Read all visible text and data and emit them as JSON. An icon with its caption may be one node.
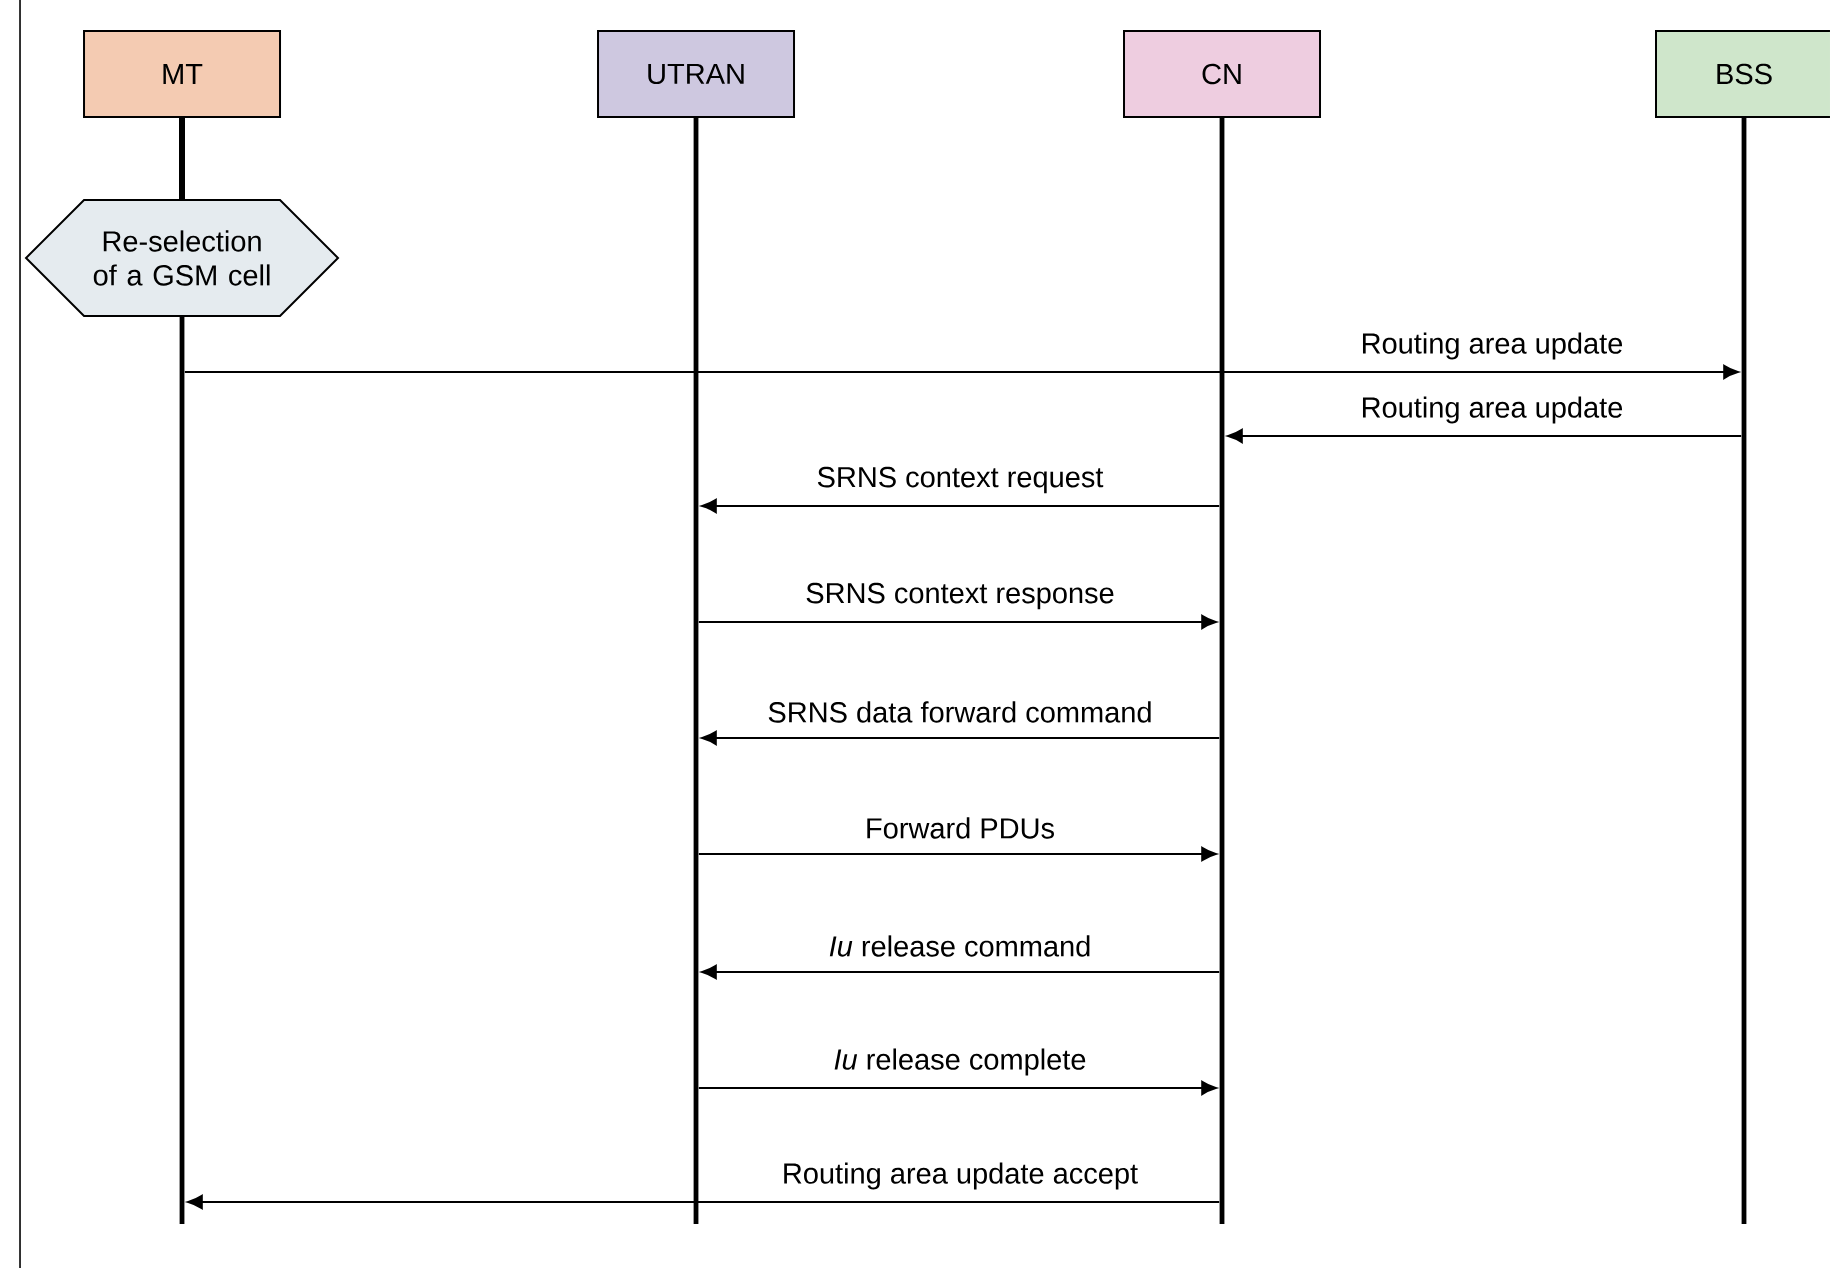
{
  "diagram": {
    "nodes": [
      {
        "text": [
          "MT"
        ]
      },
      {
        "text": [
          "UTRAN"
        ]
      },
      {
        "text": [
          "CN"
        ]
      },
      {
        "text": [
          "BSS"
        ]
      },
      {
        "text": [
          "Re-selection of a GSM cell"
        ]
      },
      {
        "text": [],
        "shape": "bar"
      },
      {
        "text": [],
        "shape": "bar"
      },
      {
        "text": [],
        "shape": "bar"
      },
      {
        "text": [],
        "shape": "bar"
      }
    ],
    "edges": [
      {
        "from": 5,
        "to": 8,
        "arrow": "to",
        "label": "Routing area update"
      },
      {
        "from": 8,
        "to": 7,
        "arrow": "to",
        "label": "Routing area update"
      },
      {
        "from": 7,
        "to": 6,
        "arrow": "to",
        "label": "SRNS context request"
      },
      {
        "from": 6,
        "to": 7,
        "arrow": "to",
        "label": "SRNS context response"
      },
      {
        "from": 7,
        "to": 6,
        "arrow": "to",
        "label": "SRNS data forward command"
      },
      {
        "from": 6,
        "to": 7,
        "arrow": "to",
        "label": "Forward PDUs"
      },
      {
        "from": 7,
        "to": 6,
        "arrow": "to",
        "label": "*Iu* release command"
      },
      {
        "from": 6,
        "to": 7,
        "arrow": "to",
        "label": "*Iu* release complete"
      },
      {
        "from": 7,
        "to": 5,
        "arrow": "to",
        "label": "Routing area update accept"
      },
      {
        "from": 0,
        "to": 4,
        "arrow": "none",
        "style": "thick"
      }
    ]
  }
}
